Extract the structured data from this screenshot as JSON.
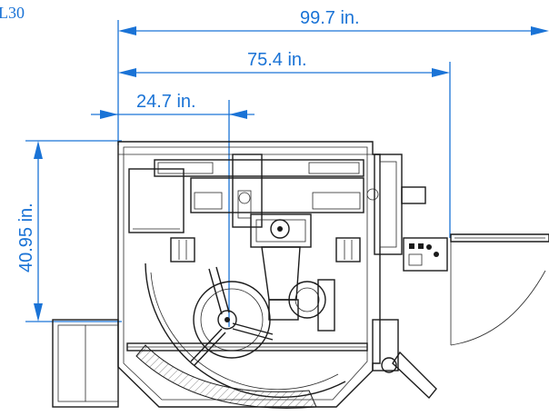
{
  "corner_label": "L30",
  "dimensions": {
    "overall_length": "99.7 in.",
    "body_length": "75.4 in.",
    "center_offset": "24.7 in.",
    "depth": "40.95 in."
  },
  "colors": {
    "dimension": "#1a73d6",
    "drawing": "#1b1b1b"
  }
}
